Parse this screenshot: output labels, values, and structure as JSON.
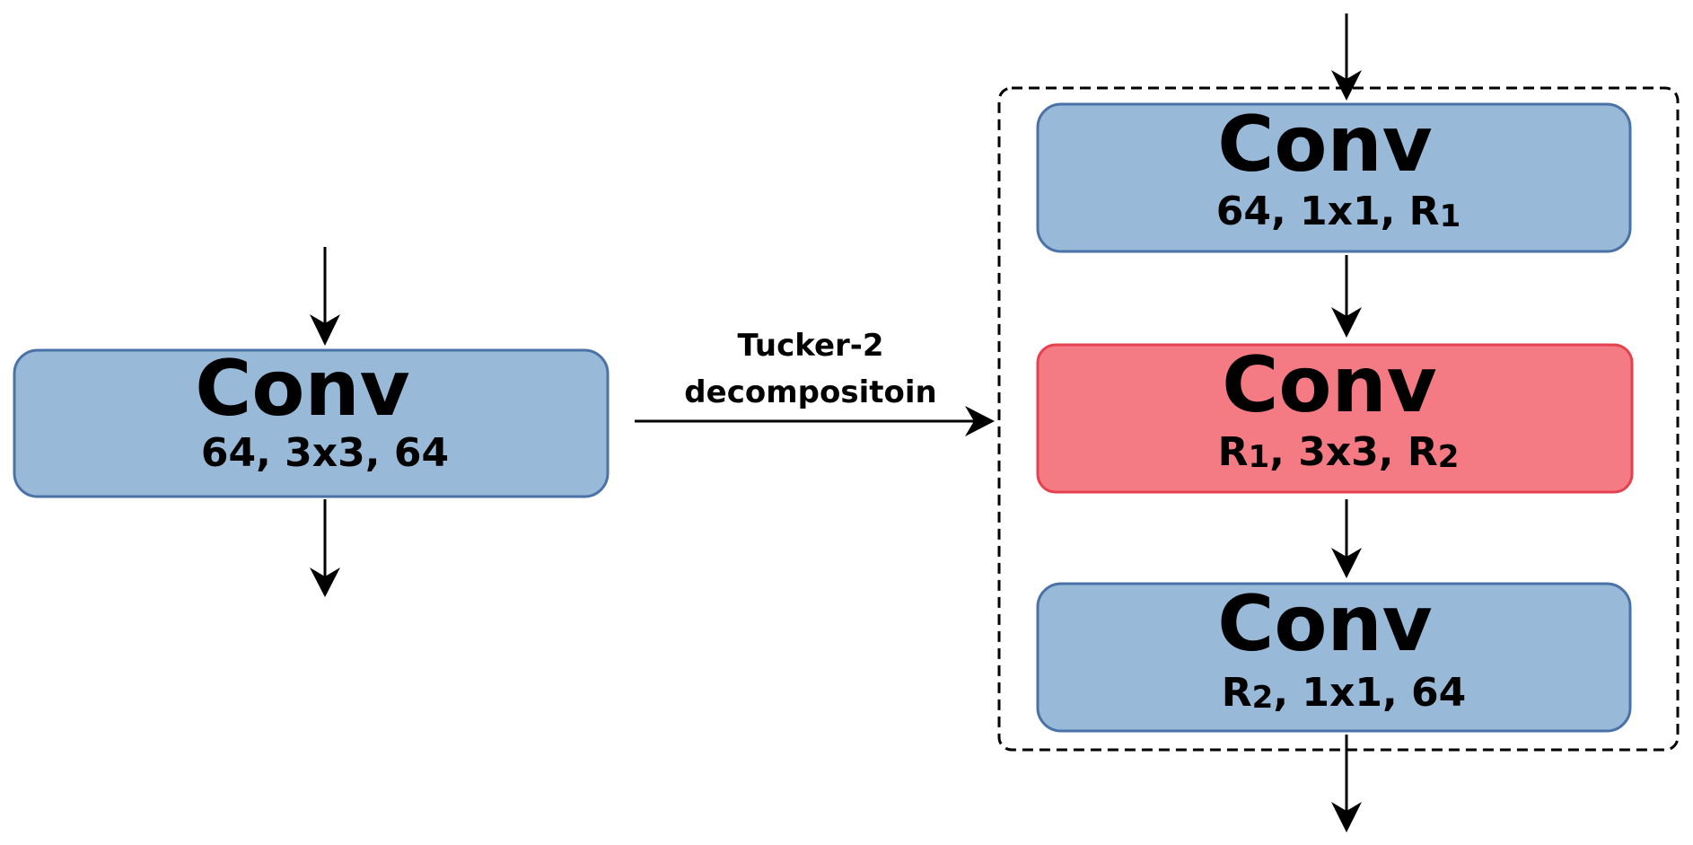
{
  "diagram": {
    "original_block": {
      "title": "Conv",
      "params": "64, 3x3, 64",
      "fill": "#98bad8",
      "stroke": "#4a72a6"
    },
    "transform": {
      "label_line1": "Tucker-2",
      "label_line2": "decompositoin"
    },
    "decomposed_blocks": [
      {
        "title": "Conv",
        "params": [
          {
            "text": "64, 1x1, R"
          },
          {
            "text": "1",
            "sub": true
          }
        ],
        "fill": "#98bad8",
        "stroke": "#4a72a6"
      },
      {
        "title": "Conv",
        "params": [
          {
            "text": "R"
          },
          {
            "text": "1",
            "sub": true
          },
          {
            "text": ", 3x3, R"
          },
          {
            "text": "2",
            "sub": true
          }
        ],
        "fill": "#f47b83",
        "stroke": "#e5424f"
      },
      {
        "title": "Conv",
        "params": [
          {
            "text": "R"
          },
          {
            "text": "2",
            "sub": true
          },
          {
            "text": ", 1x1, 64"
          }
        ],
        "fill": "#98bad8",
        "stroke": "#4a72a6"
      }
    ],
    "arrow_color": "#000000",
    "group_border_style": "dashed"
  }
}
